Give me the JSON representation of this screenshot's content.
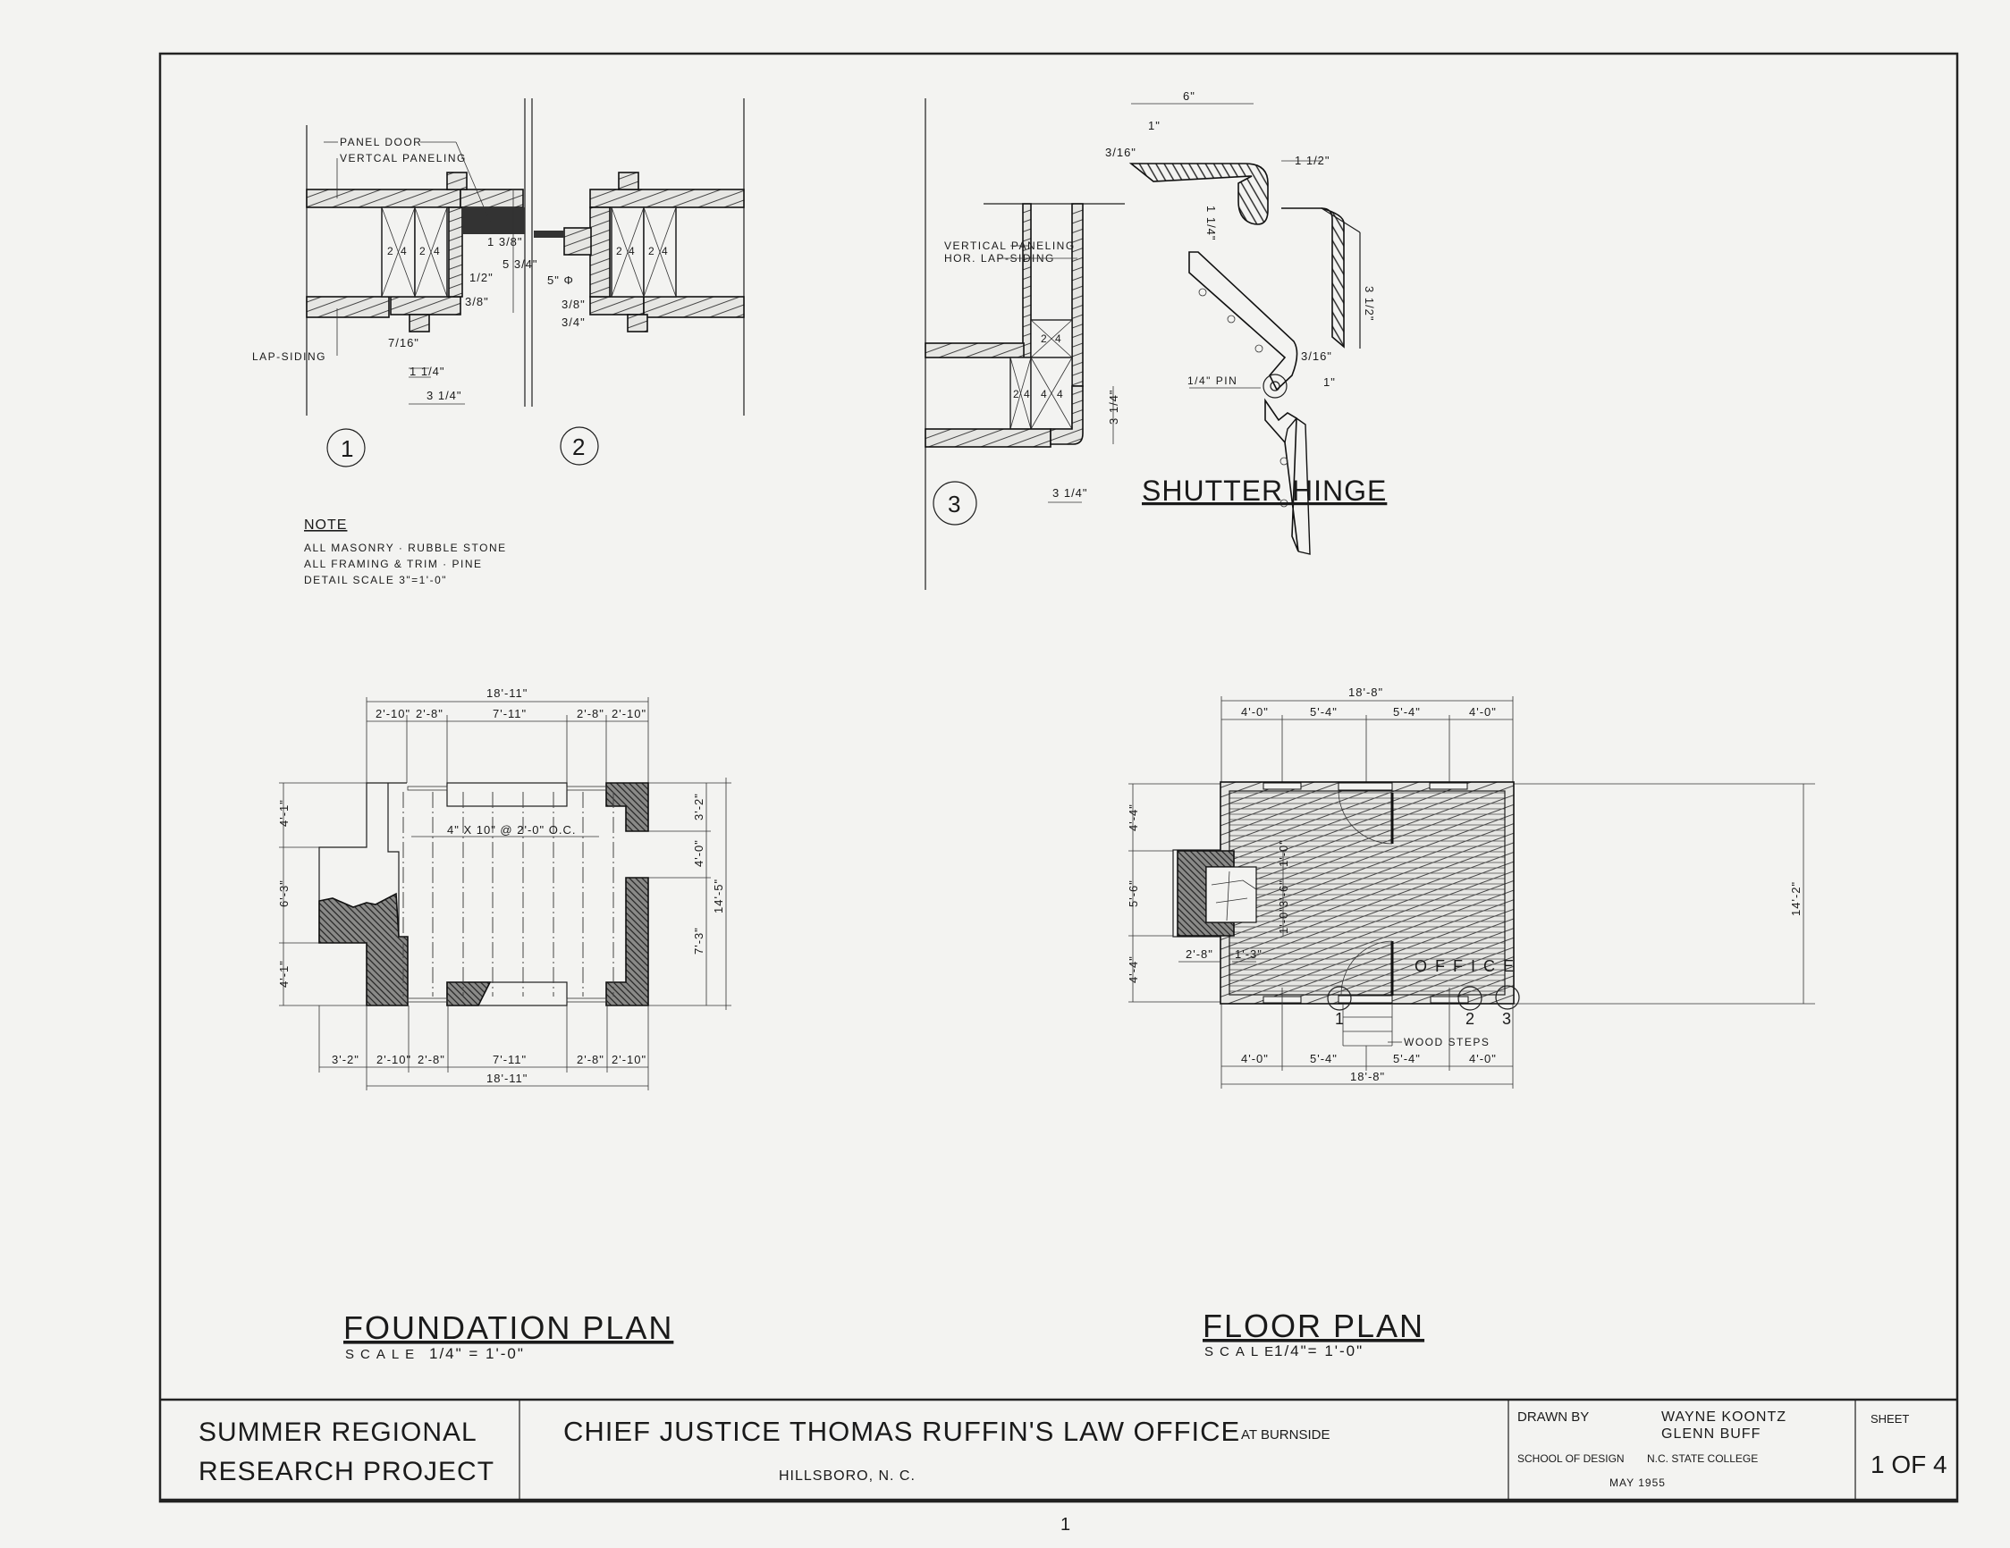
{
  "details": {
    "panel_door": "PANEL DOOR",
    "vertical_paneling": "VERTCAL PANELING",
    "lap_siding": "LAP-SIDING",
    "dims_1": [
      "7/16\"",
      "1 1/4\"",
      "3 1/4\"",
      "1 3/8\"",
      "1/2\"",
      "3/8\"",
      "5 3/4\""
    ],
    "dims_2": [
      "5\" Φ",
      "3/8\"",
      "3/4\""
    ],
    "stud": [
      "2",
      "4"
    ],
    "marker_1": "1",
    "marker_2": "2",
    "marker_3": "3",
    "detail3_vertical_paneling": "VERTICAL PANELING",
    "detail3_lap_siding": "HOR. LAP-SIDING",
    "detail3_dims": [
      "3 1/4\"",
      "3 1/4\""
    ],
    "detail3_studs": [
      "2",
      "4",
      "2",
      "4",
      "4",
      "4"
    ]
  },
  "note": {
    "heading": "NOTE",
    "lines": [
      "ALL MASONRY · RUBBLE STONE",
      "ALL FRAMING & TRIM · PINE",
      "DETAIL SCALE 3\"=1'-0\""
    ]
  },
  "shutter_hinge": {
    "title": "SHUTTER HINGE",
    "pin": "1/4\" PIN",
    "dims": [
      "6\"",
      "1\"",
      "3/16\"",
      "1 1/4\"",
      "1 1/2\"",
      "3 1/2\"",
      "3/16\"",
      "1\""
    ]
  },
  "foundation_plan": {
    "title": "FOUNDATION PLAN",
    "scale_label": "SCALE",
    "scale": "1/4\" = 1'-0\"",
    "top_overall": "18'-11\"",
    "top": [
      "2'-10\"",
      "2'-8\"",
      "7'-11\"",
      "2'-8\"",
      "2'-10\""
    ],
    "left": [
      "4'-1\"",
      "6'-3\"",
      "4'-1\""
    ],
    "right": [
      "3'-2\"",
      "4'-0\"",
      "7'-3\""
    ],
    "right_overall": "14'-5\"",
    "bottom": [
      "3'-2\"",
      "2'-10\"",
      "2'-8\"",
      "7'-11\"",
      "2'-8\"",
      "2'-10\""
    ],
    "bottom_overall": "18'-11\"",
    "joists": "4\" X 10\" @ 2'-0\" O.C."
  },
  "floor_plan": {
    "title": "FLOOR PLAN",
    "scale_label": "SCALE",
    "scale": "1/4\"= 1'-0\"",
    "room": "OFFICE",
    "top_overall": "18'-8\"",
    "top": [
      "4'-0\"",
      "5'-4\"",
      "5'-4\"",
      "4'-0\""
    ],
    "left": [
      "4'-4\"",
      "5'-6\"",
      "4'-4\""
    ],
    "right_overall": "14'-2\"",
    "fireplace": [
      "1'-0\"",
      "3'-6\"",
      "1'-0\"",
      "2'-8\"",
      "1'-3\""
    ],
    "markers": [
      "1",
      "2",
      "3"
    ],
    "wood_steps": "WOOD STEPS",
    "bottom": [
      "4'-0\"",
      "5'-4\"",
      "5'-4\"",
      "4'-0\""
    ],
    "bottom_overall": "18'-8\""
  },
  "title_block": {
    "project_line1": "SUMMER  REGIONAL",
    "project_line2": "RESEARCH  PROJECT",
    "title": "CHIEF JUSTICE THOMAS RUFFIN'S LAW OFFICE",
    "title_suffix": "AT BURNSIDE",
    "location": "HILLSBORO, N. C.",
    "drawn_by_label": "DRAWN BY",
    "drawn_by": [
      "WAYNE KOONTZ",
      "GLENN BUFF"
    ],
    "school": "SCHOOL OF DESIGN",
    "college": "N.C. STATE COLLEGE",
    "date": "MAY 1955",
    "sheet_label": "SHEET",
    "sheet": "1 OF 4"
  },
  "page_number": "1"
}
